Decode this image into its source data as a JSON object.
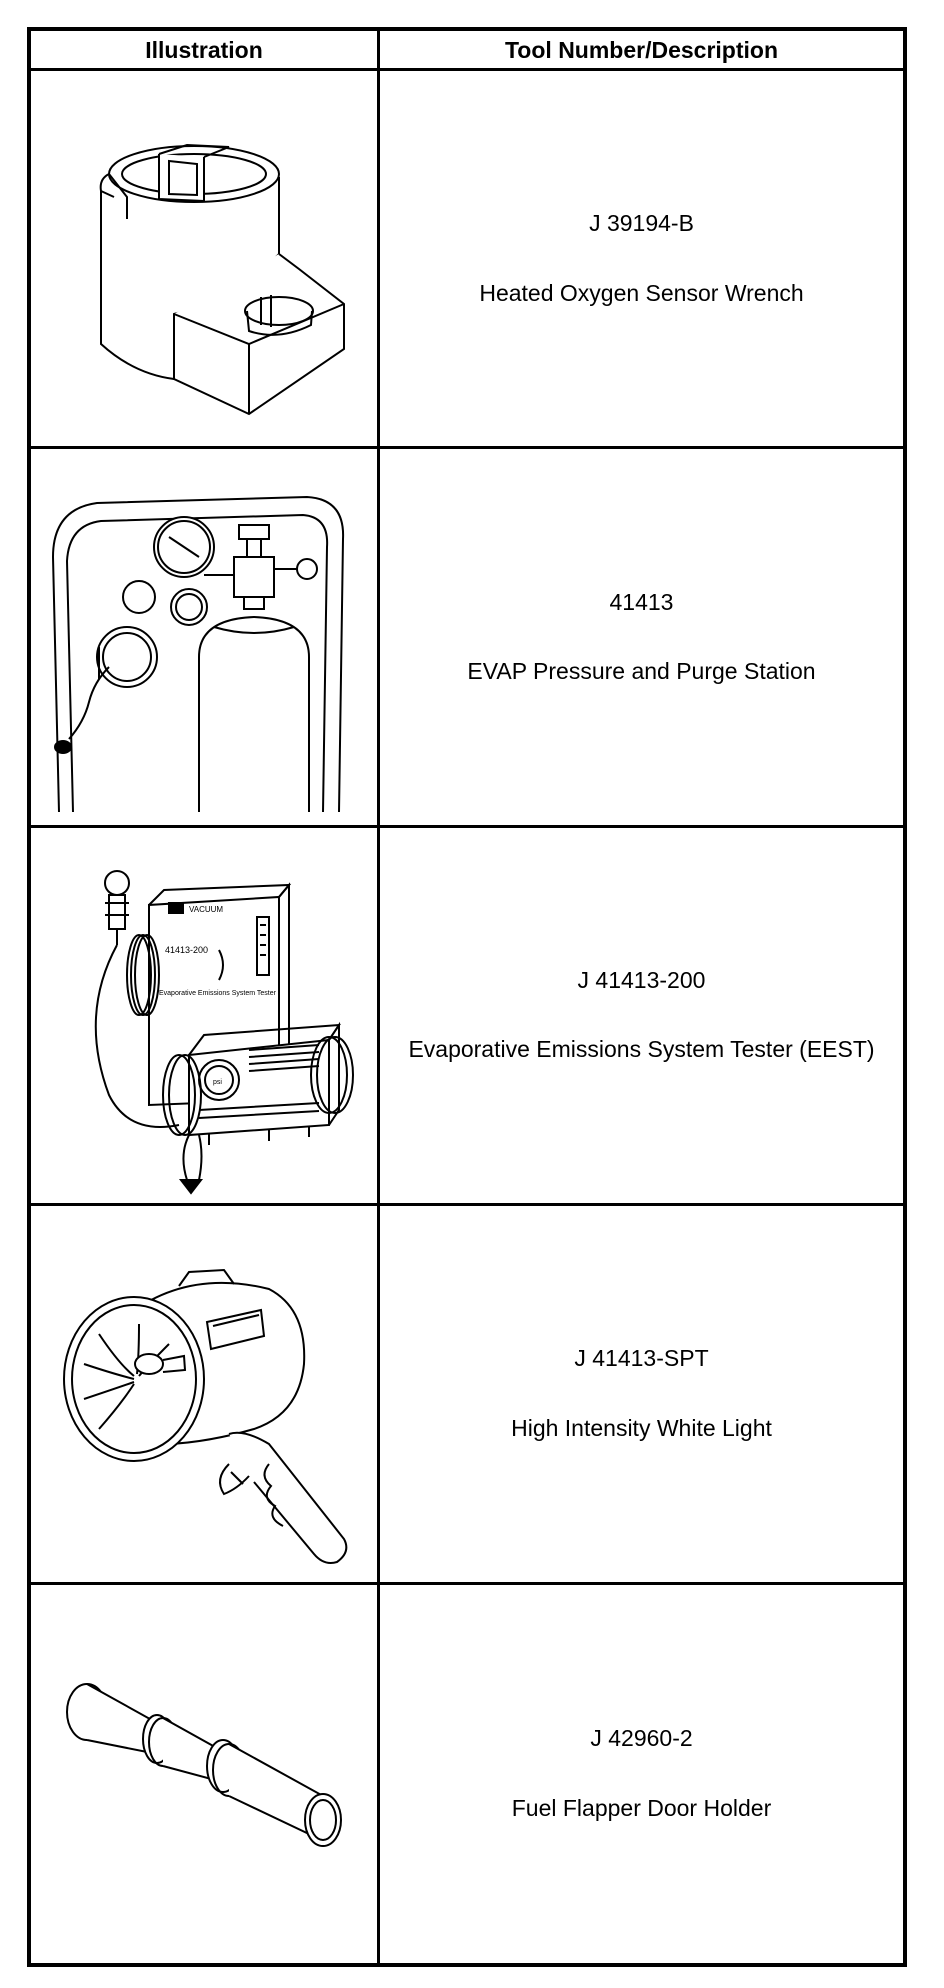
{
  "table": {
    "headers": {
      "illustration": "Illustration",
      "tool": "Tool Number/Description"
    },
    "rows": [
      {
        "tool_number": "J 39194-B",
        "description": "Heated Oxygen Sensor Wrench",
        "icon": "oxygen-sensor-wrench-icon"
      },
      {
        "tool_number": "41413",
        "description": "EVAP Pressure and Purge Station",
        "icon": "pressure-purge-station-icon"
      },
      {
        "tool_number": "J 41413-200",
        "description": "Evaporative Emissions System Tester (EEST)",
        "icon": "emissions-tester-icon"
      },
      {
        "tool_number": "J 41413-SPT",
        "description": "High Intensity White Light",
        "icon": "white-light-icon"
      },
      {
        "tool_number": "J 42960-2",
        "description": "Fuel Flapper Door Holder",
        "icon": "flapper-door-holder-icon"
      }
    ],
    "illustration_labels": {
      "tester_brand": "VACUUM",
      "tester_model": "41413-200",
      "tester_name": "Evaporative Emissions System Tester",
      "tester_gauge_unit": "psi"
    }
  }
}
